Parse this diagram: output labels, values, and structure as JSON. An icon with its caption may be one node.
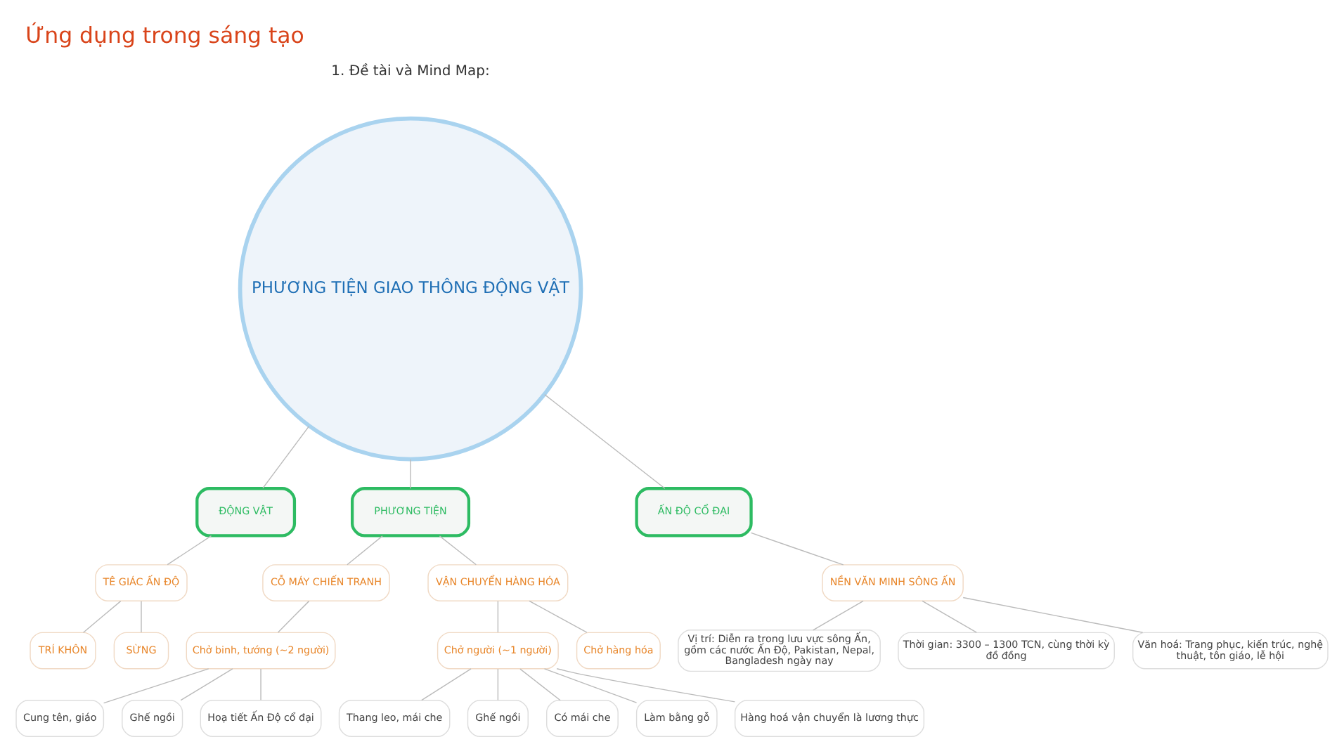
{
  "diagram": {
    "title": "Ứng dụng trong sáng tạo",
    "nodes": [
      {
        "text": [
          "PHƯƠNG TIỆN GIAO THÔNG ĐỘNG VẬT"
        ]
      },
      {
        "text": [
          "ĐỘNG VẬT"
        ]
      },
      {
        "text": [
          "PHƯƠNG TIỆN"
        ]
      },
      {
        "text": [
          "ẤN ĐỘ CỔ ĐẠI"
        ]
      },
      {
        "text": [
          "TÊ GIÁC ẤN ĐỘ"
        ]
      },
      {
        "text": [
          "TRÍ KHÔN"
        ]
      },
      {
        "text": [
          "SỪNG"
        ]
      },
      {
        "text": [
          "CỖ MÁY CHIẾN TRANH"
        ]
      },
      {
        "text": [
          "VẬN CHUYỂN HÀNG HÓA"
        ]
      },
      {
        "text": [
          "Chở binh, tướng (~2 người)"
        ]
      },
      {
        "text": [
          "Chở người (~1 người)"
        ]
      },
      {
        "text": [
          "Chở hàng hóa"
        ]
      },
      {
        "text": [
          "Cung tên, giáo"
        ]
      },
      {
        "text": [
          "Ghế ngồi"
        ]
      },
      {
        "text": [
          "Hoạ tiết Ấn Độ cổ đại"
        ]
      },
      {
        "text": [
          "Thang leo, mái che"
        ]
      },
      {
        "text": [
          "Ghế ngồi"
        ]
      },
      {
        "text": [
          "Có mái che"
        ]
      },
      {
        "text": [
          "Làm bằng gỗ"
        ]
      },
      {
        "text": [
          "Hàng hoá vận chuyển là lương thực"
        ]
      },
      {
        "text": [
          "NỀN VĂN MINH SÔNG ẤN"
        ]
      },
      {
        "text": [
          "Vị trí: Diễn ra trong lưu vực sông Ấn, gồm các nước Ấn Độ, Pakistan, Nepal, Bangladesh ngày nay"
        ]
      },
      {
        "text": [
          "Thời gian: 3300 – 1300 TCN, cùng thời kỳ đồ đồng"
        ]
      },
      {
        "text": [
          "Văn hoá: Trang phục, kiến trúc, nghệ thuật, tôn giáo, lễ hội"
        ]
      }
    ],
    "edges": [
      {
        "from": 0,
        "to": 1,
        "arrow": "none"
      },
      {
        "from": 0,
        "to": 2,
        "arrow": "none"
      },
      {
        "from": 0,
        "to": 3,
        "arrow": "none"
      },
      {
        "from": 1,
        "to": 4,
        "arrow": "none"
      },
      {
        "from": 4,
        "to": 5,
        "arrow": "none"
      },
      {
        "from": 4,
        "to": 6,
        "arrow": "none"
      },
      {
        "from": 2,
        "to": 7,
        "arrow": "none"
      },
      {
        "from": 2,
        "to": 8,
        "arrow": "none"
      },
      {
        "from": 7,
        "to": 9,
        "arrow": "none"
      },
      {
        "from": 8,
        "to": 10,
        "arrow": "none"
      },
      {
        "from": 8,
        "to": 11,
        "arrow": "none"
      },
      {
        "from": 9,
        "to": 12,
        "arrow": "none"
      },
      {
        "from": 9,
        "to": 13,
        "arrow": "none"
      },
      {
        "from": 9,
        "to": 14,
        "arrow": "none"
      },
      {
        "from": 10,
        "to": 15,
        "arrow": "none"
      },
      {
        "from": 10,
        "to": 16,
        "arrow": "none"
      },
      {
        "from": 10,
        "to": 17,
        "arrow": "none"
      },
      {
        "from": 10,
        "to": 18,
        "arrow": "none"
      },
      {
        "from": 10,
        "to": 19,
        "arrow": "none"
      },
      {
        "from": 3,
        "to": 20,
        "arrow": "none"
      },
      {
        "from": 20,
        "to": 21,
        "arrow": "none"
      },
      {
        "from": 20,
        "to": 22,
        "arrow": "none"
      },
      {
        "from": 20,
        "to": 23,
        "arrow": "none"
      }
    ],
    "labels": [
      "1. Đề tài và Mind Map:"
    ]
  }
}
